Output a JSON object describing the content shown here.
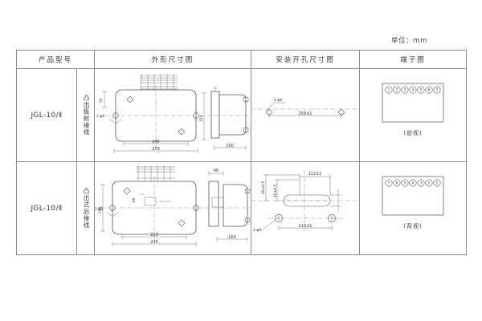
{
  "unit_note": "单位：mm",
  "table": {
    "headers": [
      {
        "label": "产品型号",
        "name": "product-model"
      },
      {
        "label": "外形尺寸图",
        "name": "outline-dimension-drawing"
      },
      {
        "label": "安装开孔尺寸图",
        "name": "mounting-hole-dimension-drawing"
      },
      {
        "label": "端子图",
        "name": "terminal-diagram"
      }
    ],
    "rows": [
      {
        "model": "JGL-10/Ⅱ",
        "wiring": "凸出板前接线",
        "outline": {
          "front_width_inner": "245",
          "front_width_outer": "259",
          "front_height": "150",
          "side_depth": "160",
          "hole_callout": "2-φ8",
          "small_dim": "50"
        },
        "hole": {
          "hole_callout": "2-φ8",
          "span": "259±1"
        },
        "terminal": {
          "numbers": [
            "1",
            "2",
            "3",
            "4",
            "5",
            "6",
            "7"
          ],
          "caption": "(前视)"
        }
      },
      {
        "model": "JGL-10/Ⅱ",
        "wiring": "凸出式后接线",
        "outline": {
          "front_width_inner": "213",
          "front_width_outer": "245",
          "front_height": "150",
          "side_depth": "160",
          "top_dim": "40",
          "hole_callout": "2-φ8",
          "small_dim": "60"
        },
        "hole": {
          "hole_callout": "2-φ8",
          "span": "213±1",
          "slot_width": "112±1",
          "v_dim_a": "40±0.5",
          "v_dim_b": "40±0.5"
        },
        "terminal": {
          "numbers": [
            "7",
            "6",
            "5",
            "4",
            "3",
            "2",
            "1"
          ],
          "caption": "(背视)"
        }
      }
    ]
  }
}
